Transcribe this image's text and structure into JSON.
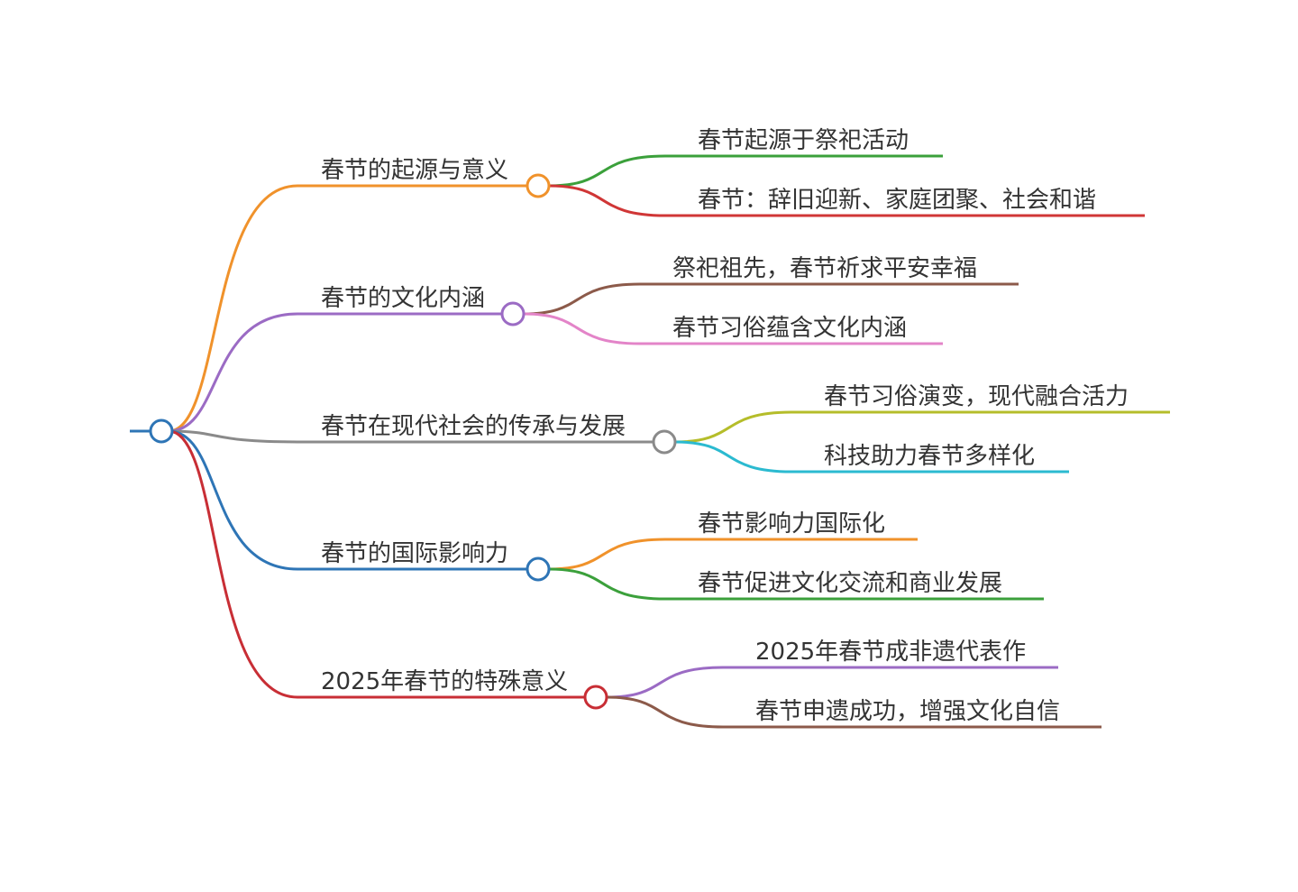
{
  "mindmap": {
    "root_color": "#2E75B6",
    "branches": [
      {
        "label": "春节的起源与意义",
        "color": "#F0922B",
        "children": [
          {
            "label": "春节起源于祭祀活动",
            "color": "#3BA03B"
          },
          {
            "label": "春节：辞旧迎新、家庭团聚、社会和谐",
            "color": "#D03636"
          }
        ]
      },
      {
        "label": "春节的文化内涵",
        "color": "#9B6BC4",
        "children": [
          {
            "label": "祭祀祖先，春节祈求平安幸福",
            "color": "#8C5A4A"
          },
          {
            "label": "春节习俗蕴含文化内涵",
            "color": "#E384C8"
          }
        ]
      },
      {
        "label": "春节在现代社会的传承与发展",
        "color": "#8A8A8A",
        "children": [
          {
            "label": "春节习俗演变，现代融合活力",
            "color": "#B5BD2A"
          },
          {
            "label": "科技助力春节多样化",
            "color": "#2BBAD0"
          }
        ]
      },
      {
        "label": "春节的国际影响力",
        "color": "#2E75B6",
        "children": [
          {
            "label": "春节影响力国际化",
            "color": "#F0922B"
          },
          {
            "label": "春节促进文化交流和商业发展",
            "color": "#3BA03B"
          }
        ]
      },
      {
        "label": "2025年春节的特殊意义",
        "color": "#C82E35",
        "children": [
          {
            "label": "2025年春节成非遗代表作",
            "color": "#9B6BC4"
          },
          {
            "label": "春节申遗成功，增强文化自信",
            "color": "#8C5A4A"
          }
        ]
      }
    ]
  }
}
